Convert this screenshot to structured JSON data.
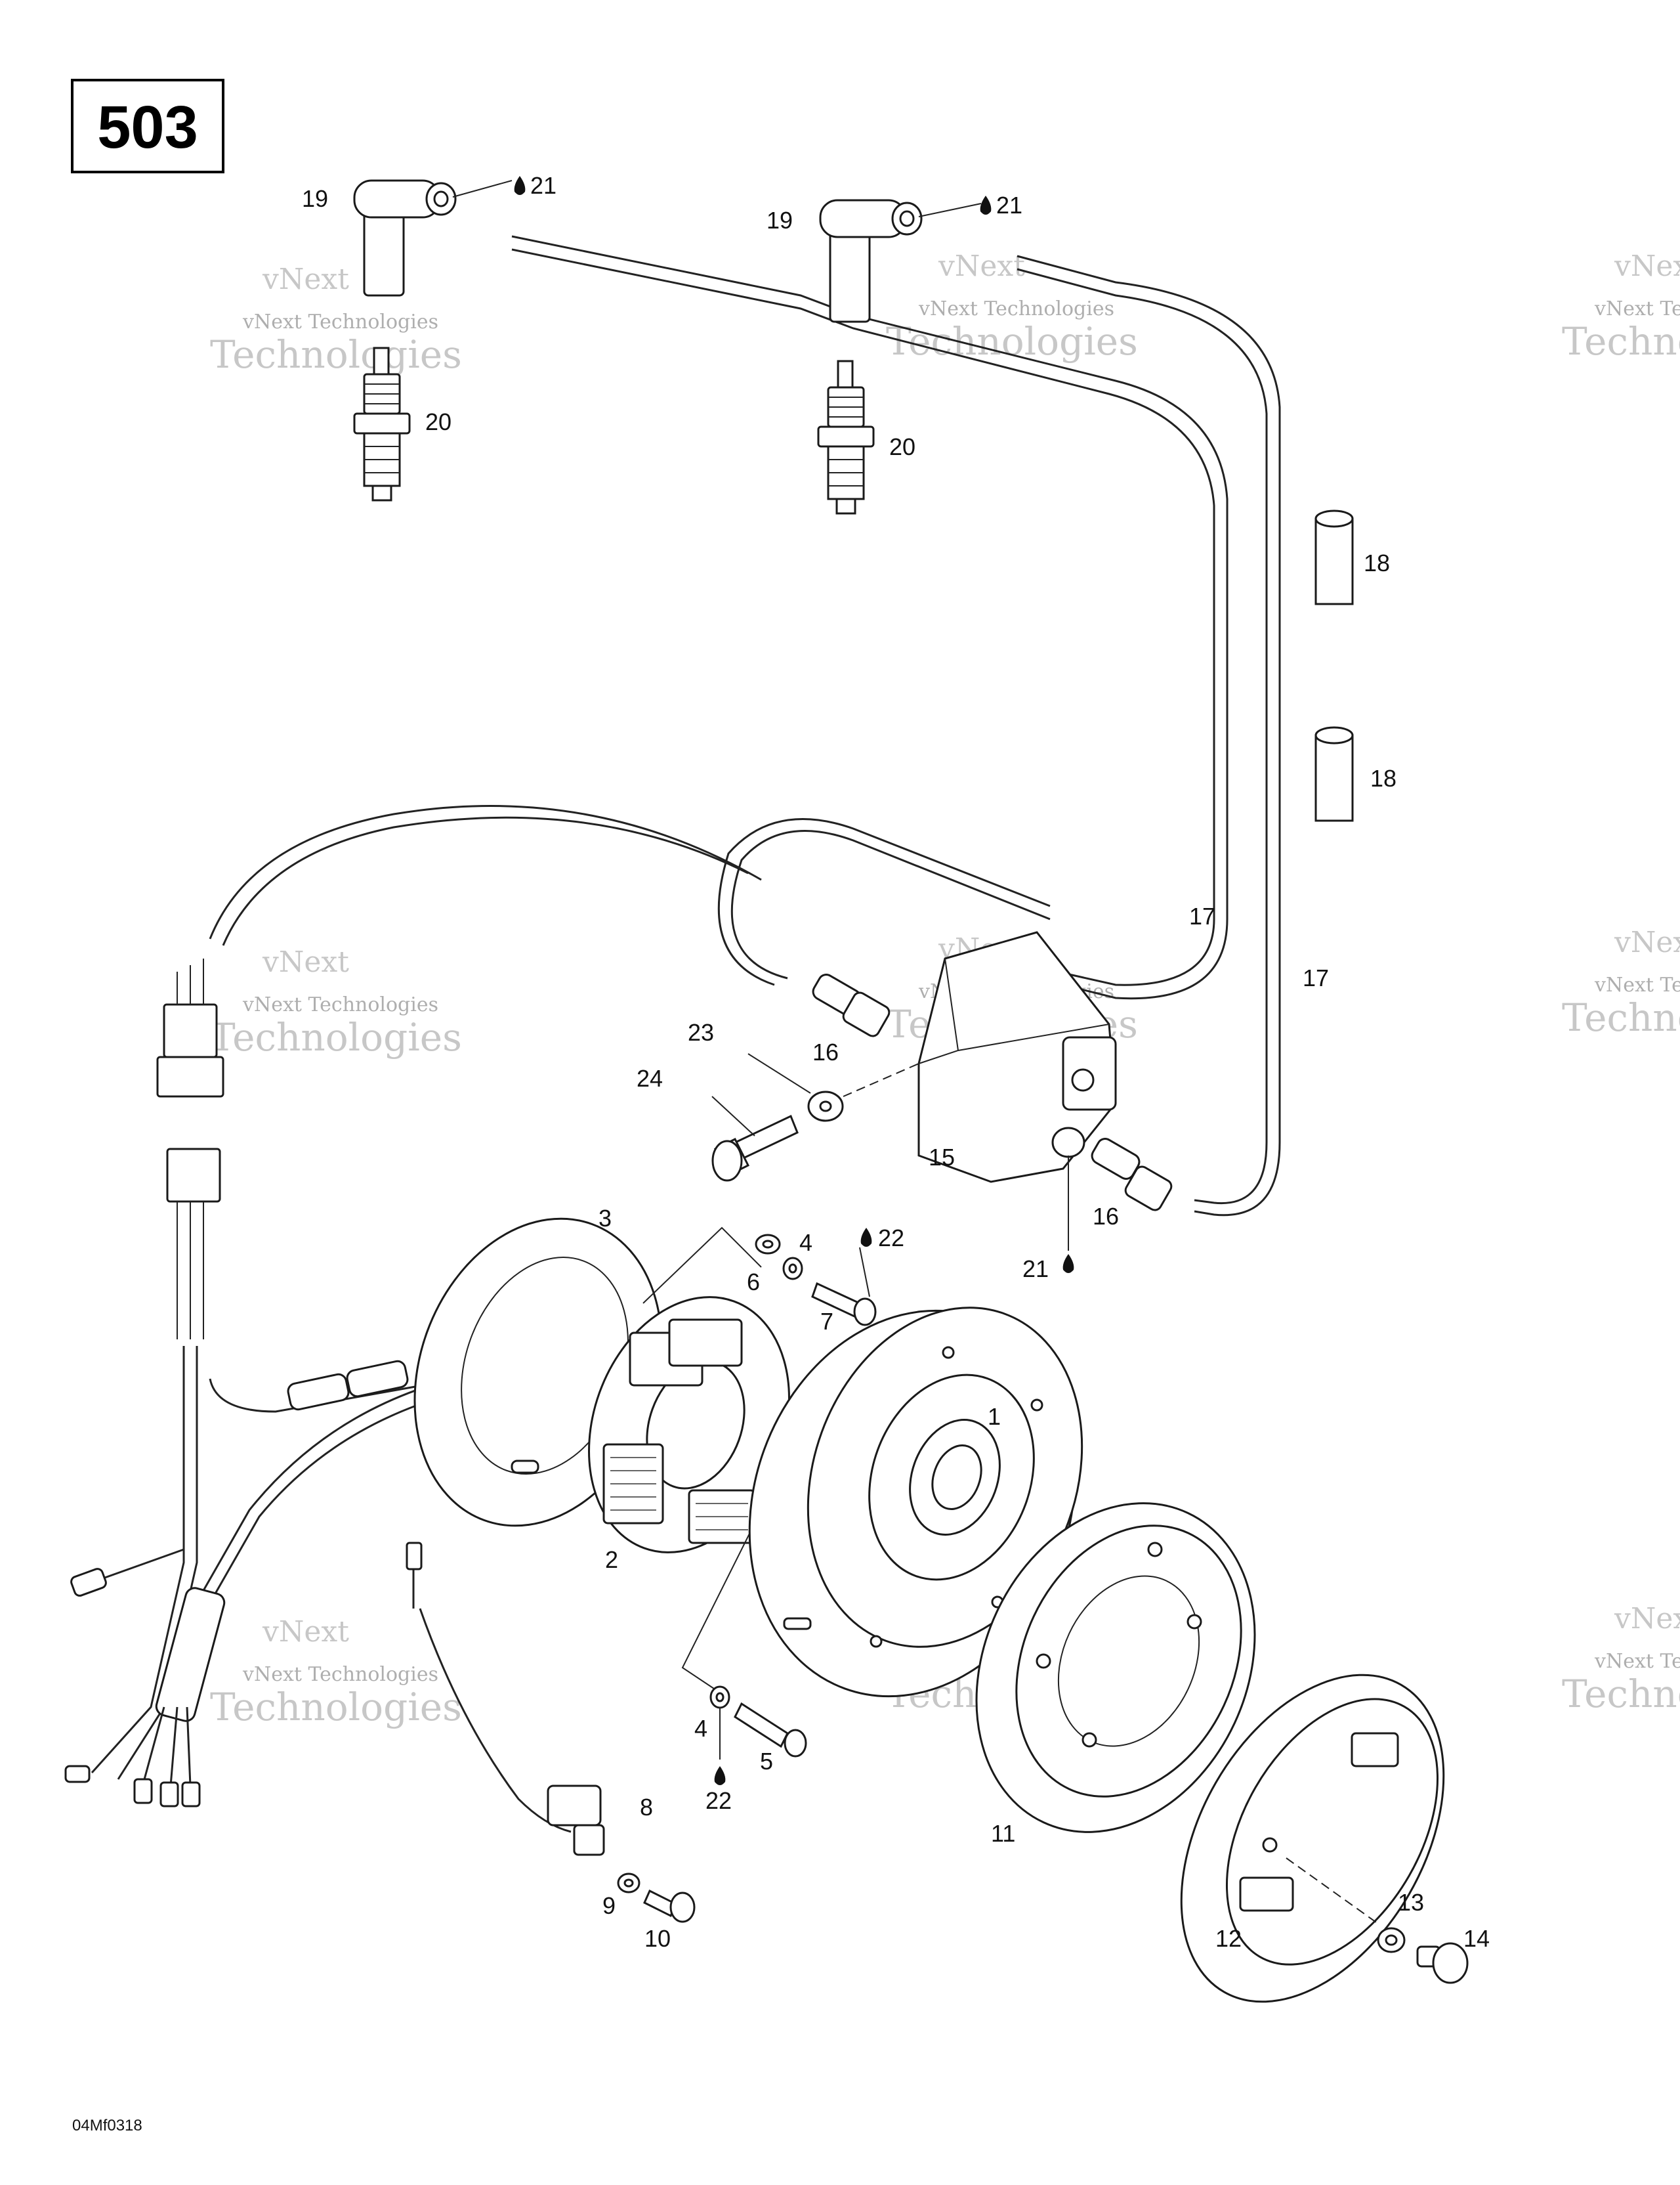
{
  "title": "503",
  "footer_code": "04Mf0318",
  "watermark": {
    "line1": "vNext Technologies",
    "line2": "vNext",
    "line3": "Technologies"
  },
  "callouts": [
    {
      "id": "c1",
      "label": "1"
    },
    {
      "id": "c2",
      "label": "2"
    },
    {
      "id": "c3",
      "label": "3"
    },
    {
      "id": "c4a",
      "label": "4"
    },
    {
      "id": "c4b",
      "label": "4"
    },
    {
      "id": "c5",
      "label": "5"
    },
    {
      "id": "c6",
      "label": "6"
    },
    {
      "id": "c7",
      "label": "7"
    },
    {
      "id": "c8",
      "label": "8"
    },
    {
      "id": "c9",
      "label": "9"
    },
    {
      "id": "c10",
      "label": "10"
    },
    {
      "id": "c11",
      "label": "11"
    },
    {
      "id": "c12",
      "label": "12"
    },
    {
      "id": "c13",
      "label": "13"
    },
    {
      "id": "c14",
      "label": "14"
    },
    {
      "id": "c15",
      "label": "15"
    },
    {
      "id": "c16a",
      "label": "16"
    },
    {
      "id": "c16b",
      "label": "16"
    },
    {
      "id": "c17a",
      "label": "17"
    },
    {
      "id": "c17b",
      "label": "17"
    },
    {
      "id": "c18a",
      "label": "18"
    },
    {
      "id": "c18b",
      "label": "18"
    },
    {
      "id": "c19a",
      "label": "19"
    },
    {
      "id": "c19b",
      "label": "19"
    },
    {
      "id": "c20a",
      "label": "20"
    },
    {
      "id": "c20b",
      "label": "20"
    },
    {
      "id": "c21a",
      "label": "21"
    },
    {
      "id": "c21b",
      "label": "21"
    },
    {
      "id": "c21c",
      "label": "21"
    },
    {
      "id": "c22a",
      "label": "22"
    },
    {
      "id": "c22b",
      "label": "22"
    },
    {
      "id": "c23",
      "label": "23"
    },
    {
      "id": "c24",
      "label": "24"
    }
  ]
}
